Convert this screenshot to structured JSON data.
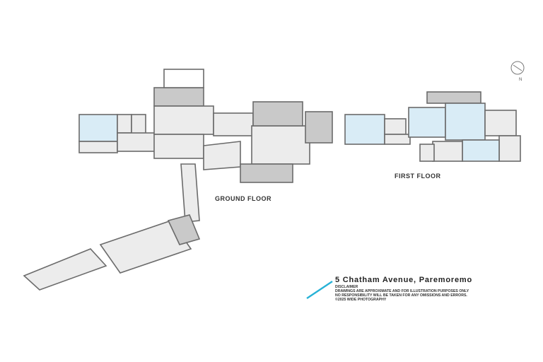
{
  "labels": {
    "ground_floor": "GROUND FLOOR",
    "first_floor": "FIRST FLOOR"
  },
  "address": "5 Chatham Avenue, Paremoremo",
  "disclaimer": {
    "heading": "DISCLAIMER",
    "line1": "DRAWINGS ARE APPROXIMATE AND FOR ILLUSTRATION PURPOSES ONLY",
    "line2": "NO RESPONSIBILITY WILL BE TAKEN FOR ANY OMISSIONS AND ERRORS.",
    "line3": "©2025 WIDE PHOTOGRAPHY"
  },
  "compass": {
    "direction": "N"
  },
  "colors": {
    "bedroom": "#d9ecf6",
    "room": "#ececec",
    "deck": "#c9c9c9",
    "wall": "#6b6b6b",
    "accent": "#27b2d6"
  }
}
